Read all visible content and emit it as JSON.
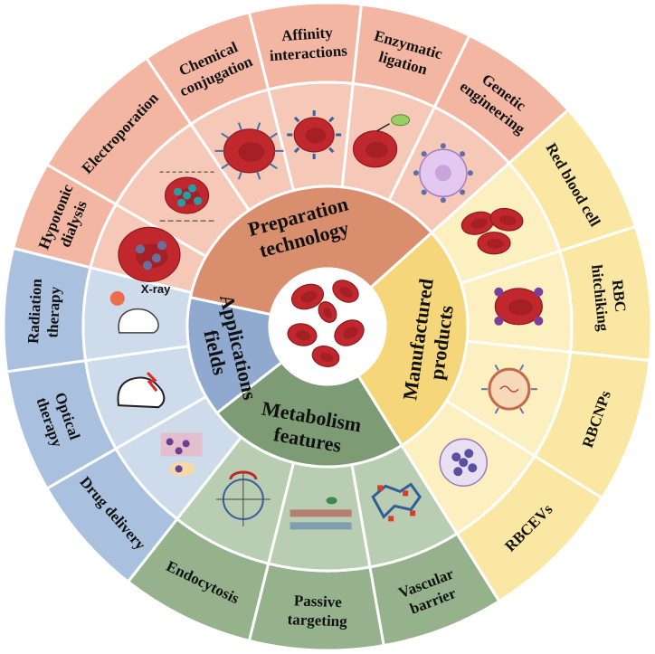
{
  "center_ring": [
    {
      "id": "prep",
      "lines": [
        "Preparation",
        "technology"
      ],
      "color": "#d98e6e"
    },
    {
      "id": "prod",
      "lines": [
        "Manufactured",
        "products"
      ],
      "color": "#f5d67a"
    },
    {
      "id": "metab",
      "lines": [
        "Metabolism",
        "features"
      ],
      "color": "#7d9b74"
    },
    {
      "id": "apps",
      "lines": [
        "Applications",
        "fields"
      ],
      "color": "#8fa9cf"
    }
  ],
  "outer_segments": [
    {
      "id": "electroporation",
      "lines": [
        "Electroporation"
      ],
      "group": "prep"
    },
    {
      "id": "chemical",
      "lines": [
        "Chemical",
        "conjugation"
      ],
      "group": "prep"
    },
    {
      "id": "affinity",
      "lines": [
        "Affinity",
        "interactions"
      ],
      "group": "prep"
    },
    {
      "id": "enzymatic",
      "lines": [
        "Enzymatic",
        "ligation"
      ],
      "group": "prep"
    },
    {
      "id": "genetic",
      "lines": [
        "Genetic",
        "engineering"
      ],
      "group": "prep"
    },
    {
      "id": "rbc",
      "lines": [
        "Red blood cell"
      ],
      "group": "prod"
    },
    {
      "id": "hitch",
      "lines": [
        "RBC",
        "hitchiking"
      ],
      "group": "prod"
    },
    {
      "id": "rbcnps",
      "lines": [
        "RBCNPs"
      ],
      "group": "prod"
    },
    {
      "id": "rbcevs",
      "lines": [
        "RBCEVs"
      ],
      "group": "prod"
    },
    {
      "id": "vascular",
      "lines": [
        "Vascular",
        "barrier"
      ],
      "group": "metab"
    },
    {
      "id": "passive",
      "lines": [
        "Passive",
        "targeting"
      ],
      "group": "metab"
    },
    {
      "id": "endocytosis",
      "lines": [
        "Endocytosis"
      ],
      "group": "metab"
    },
    {
      "id": "drug",
      "lines": [
        "Drug delivery"
      ],
      "group": "apps"
    },
    {
      "id": "optical",
      "lines": [
        "Optical",
        "therapy"
      ],
      "group": "apps"
    },
    {
      "id": "radiation",
      "lines": [
        "Radiation",
        "therapy"
      ],
      "group": "apps"
    },
    {
      "id": "hypotonic",
      "lines": [
        "Hypotonic",
        "dialysis"
      ],
      "group": "prep"
    }
  ],
  "annotations": {
    "xray": "X-ray"
  },
  "colors": {
    "prep_outer": "#f2b6a2",
    "prep_mid": "#f5c8b8",
    "prod_outer": "#fbe7a4",
    "prod_mid": "#fcefc0",
    "metab_outer": "#95b28d",
    "metab_mid": "#b9cdb2",
    "apps_outer": "#a9c1df",
    "apps_mid": "#cddbeb",
    "rbc": "#c0282d",
    "rbc_dark": "#8e1a1f"
  }
}
